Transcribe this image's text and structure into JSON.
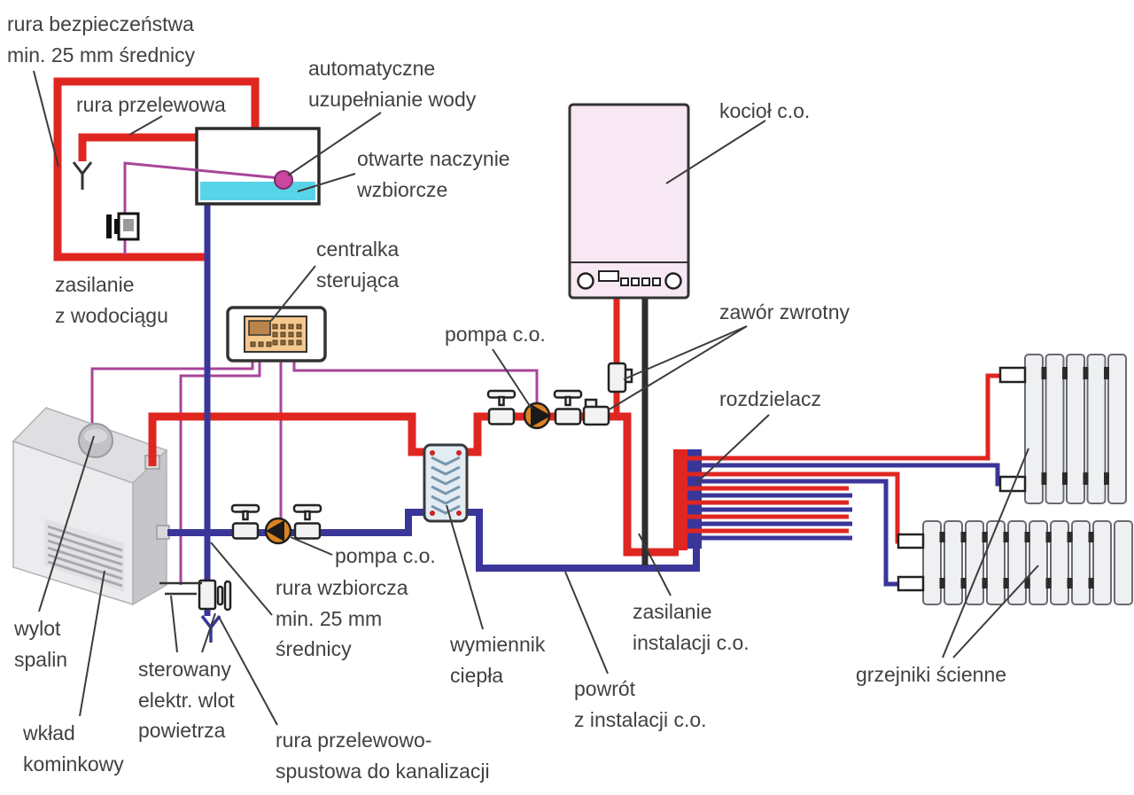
{
  "diagram": {
    "labels": {
      "safety_pipe": "rura bezpieczeństwa\nmin. 25 mm średnicy",
      "overflow_pipe": "rura przelewowa",
      "auto_refill": "automatyczne\nuzupełnianie wody",
      "expansion_vessel": "otwarte naczynie\nwzbiorcze",
      "boiler": "kocioł c.o.",
      "control_unit": "centralka\nsterująca",
      "water_supply": "zasilanie\nz wodociągu",
      "check_valve": "zawór zwrotny",
      "pump_top": "pompa c.o.",
      "manifold": "rozdzielacz",
      "flue_outlet": "wylot\nspalin",
      "fireplace_insert": "wkład\nkominkowy",
      "air_inlet": "sterowany\nelektr. wlot\npowietrza",
      "expansion_pipe": "rura wzbiorcza\nmin. 25 mm\nśrednicy",
      "pump_bottom": "pompa c.o.",
      "heat_exchanger": "wymiennik\nciepła",
      "drain_pipe": "rura przelewowo-\nspustowa do kanalizacji",
      "return_line": "powrót\nz instalacji c.o.",
      "supply_line": "zasilanie\ninstalacji c.o.",
      "radiators": "grzejniki ścienne"
    },
    "colors": {
      "supply": "#e02620",
      "navy": "#3a3699",
      "wire": "#a8459a",
      "water": "#58d4e8",
      "pump": "#dd831e",
      "boiler_fill": "#f8e8f4"
    },
    "components": [
      "expansion-tank",
      "float-sensor",
      "solenoid-valve",
      "control-unit",
      "boiler",
      "fireplace-insert",
      "chimney-outlet",
      "heat-exchanger",
      "circulation-pump",
      "ball-valve",
      "check-valve",
      "drain-valve",
      "manifold",
      "wall-radiator",
      "drain-funnel",
      "air-inlet-symbol"
    ]
  }
}
